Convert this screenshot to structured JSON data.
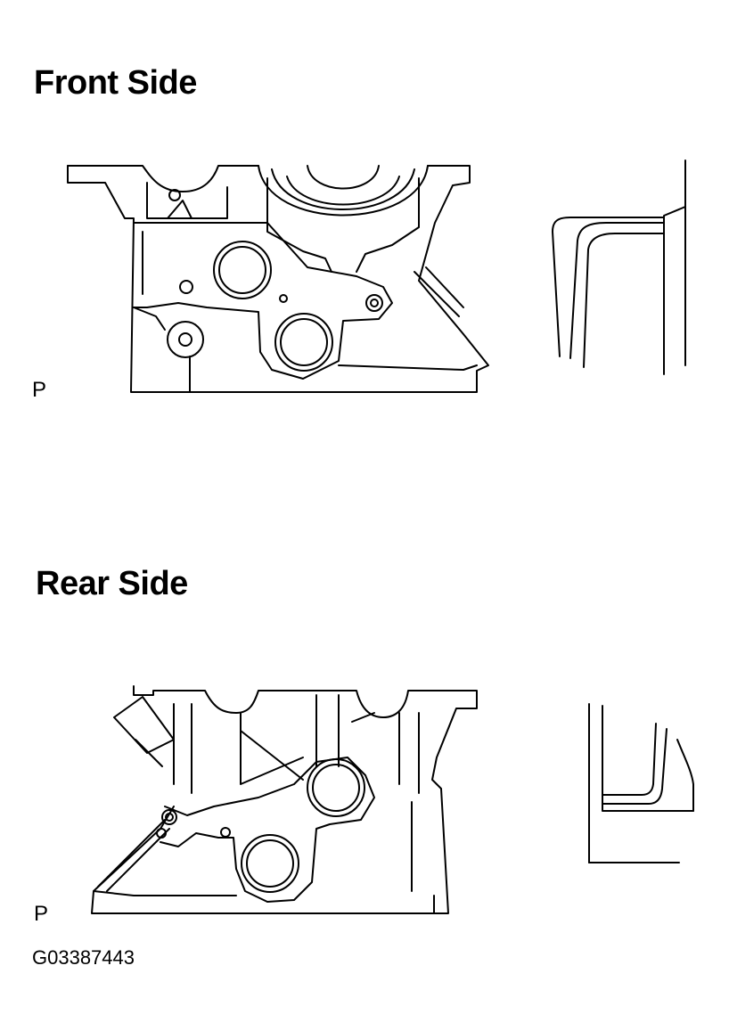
{
  "front": {
    "title": "Front Side",
    "marker": "P"
  },
  "rear": {
    "title": "Rear Side",
    "marker": "P"
  },
  "figure_id": "G03387443",
  "colors": {
    "line": "#000000",
    "background": "#ffffff"
  }
}
